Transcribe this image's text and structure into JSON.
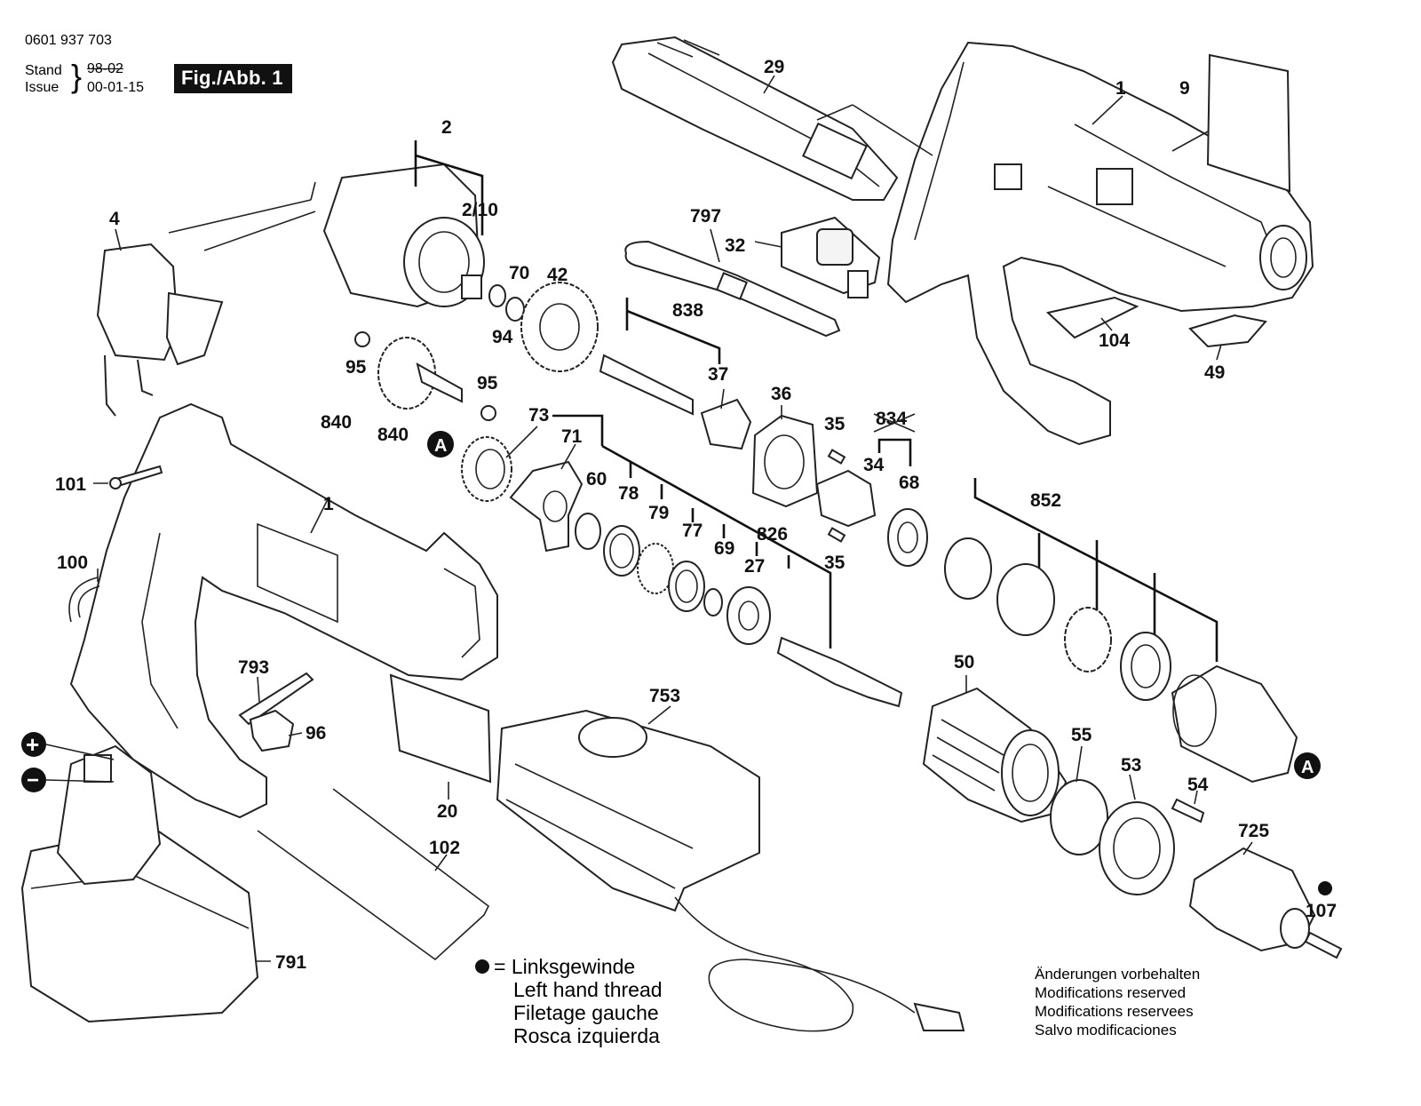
{
  "header": {
    "doc_number": "0601 937 703",
    "stand_label": "Stand",
    "issue_label": "Issue",
    "old_date": "98-02",
    "new_date": "00-01-15",
    "figure": "Fig./Abb. 1"
  },
  "callouts": {
    "p1_top": "1",
    "p9": "9",
    "p29": "29",
    "p2": "2",
    "p2_10": "2/10",
    "p4": "4",
    "p797": "797",
    "p32": "32",
    "p70": "70",
    "p42": "42",
    "p94": "94",
    "p95a": "95",
    "p838": "838",
    "p104": "104",
    "p49": "49",
    "p95b": "95",
    "p840a": "840",
    "p840b": "840",
    "p37": "37",
    "p36": "36",
    "p35a": "35",
    "p834": "834",
    "p73": "73",
    "p71": "71",
    "p60": "60",
    "p34": "34",
    "p68": "68",
    "p101": "101",
    "p78": "78",
    "p79": "79",
    "p852": "852",
    "p1_bottom": "1",
    "p77": "77",
    "p69": "69",
    "p826": "826",
    "p27": "27",
    "p35b": "35",
    "p100": "100",
    "p50": "50",
    "p793": "793",
    "p753": "753",
    "p96": "96",
    "p55": "55",
    "p53": "53",
    "p54": "54",
    "p20": "20",
    "p725": "725",
    "p102": "102",
    "p107": "107",
    "p791": "791",
    "markerA": "A",
    "markerA2": "A",
    "plus": "+",
    "minus": "−"
  },
  "legend": {
    "lines": [
      "= Linksgewinde",
      "Left hand thread",
      "Filetage gauche",
      "Rosca izquierda"
    ]
  },
  "modifications": {
    "lines": [
      "Änderungen vorbehalten",
      "Modifications reserved",
      "Modifications reservees",
      "Salvo modificaciones"
    ]
  }
}
